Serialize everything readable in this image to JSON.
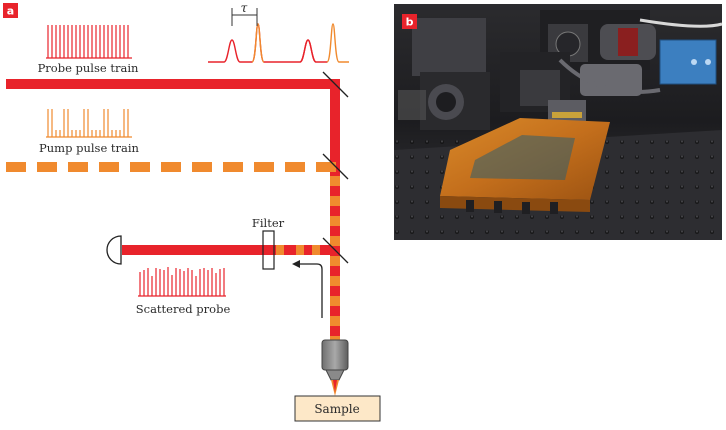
{
  "panel_a": {
    "badge": "a",
    "probe_label": "Probe pulse train",
    "pump_label": "Pump pulse train",
    "filter_label": "Filter",
    "scattered_label": "Scattered probe",
    "sample_label": "Sample",
    "delay_label": "τ"
  },
  "panel_b": {
    "badge": "b"
  },
  "colors": {
    "probe": "#e8232b",
    "pump": "#f08a2e",
    "badge": "#e8232b",
    "sample_fill": "#fde8c8"
  }
}
